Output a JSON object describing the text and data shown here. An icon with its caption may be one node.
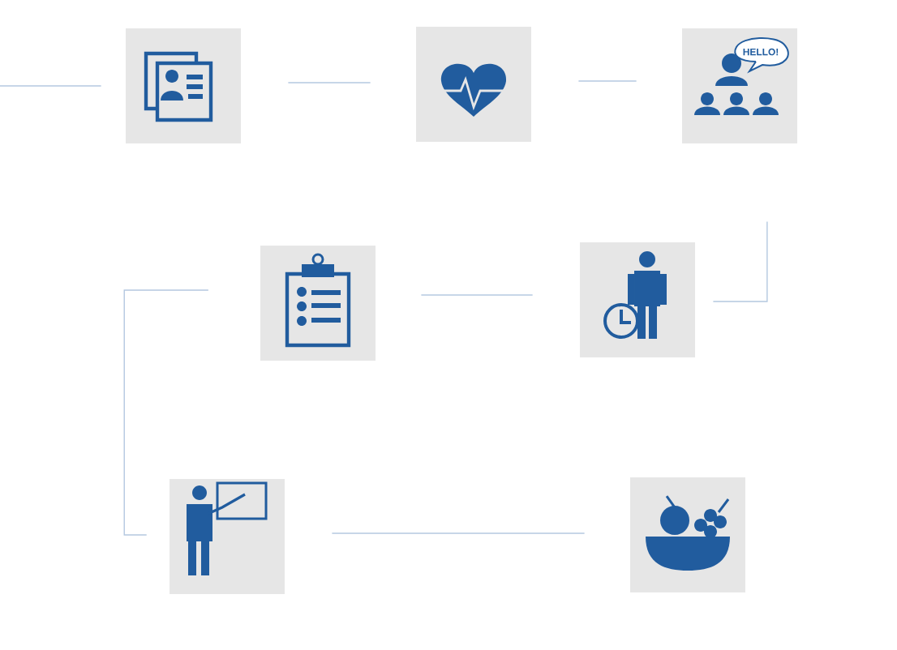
{
  "diagram": {
    "nodes": [
      {
        "text": [],
        "shape": "box"
      },
      {
        "text": [],
        "shape": "box"
      },
      {
        "text": [],
        "shape": "box"
      },
      {
        "text": [],
        "shape": "box"
      },
      {
        "text": [],
        "shape": "box"
      },
      {
        "text": [],
        "shape": "box"
      },
      {
        "text": [],
        "shape": "box"
      }
    ],
    "edges": [
      {
        "from": null,
        "to": 0,
        "arrow": "none"
      },
      {
        "from": 0,
        "to": 1,
        "arrow": "none"
      },
      {
        "from": 1,
        "to": 2,
        "arrow": "none"
      },
      {
        "from": 2,
        "to": 4,
        "arrow": "none"
      },
      {
        "from": 4,
        "to": 3,
        "arrow": "none"
      },
      {
        "from": 3,
        "to": 5,
        "arrow": "none"
      },
      {
        "from": 5,
        "to": 6,
        "arrow": "none"
      }
    ],
    "labels": [
      "HELLO!"
    ]
  }
}
